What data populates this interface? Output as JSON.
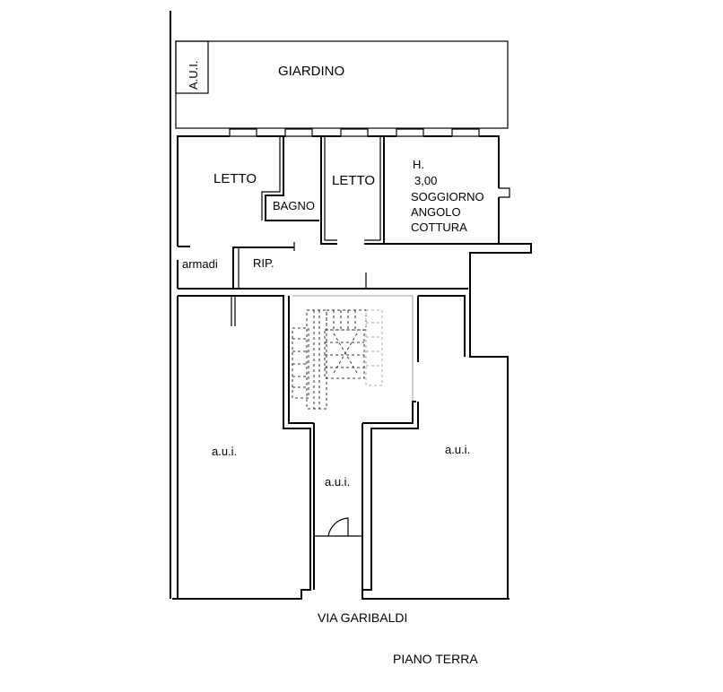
{
  "plan": {
    "labels": {
      "aui_small": "A.U.I.",
      "giardino": "GIARDINO",
      "letto_left": "LETTO",
      "bagno": "BAGNO",
      "letto_right": "LETTO",
      "height_prefix": "H.",
      "height_value": "3,00",
      "soggiorno": "SOGGIORNO",
      "angolo": "ANGOLO",
      "cottura": "COTTURA",
      "armadi": "armadi",
      "rip": "RIP.",
      "aui_left": "a.u.i.",
      "aui_center": "a.u.i.",
      "aui_right": "a.u.i."
    },
    "street": "VIA GARIBALDI",
    "floor": "PIANO TERRA"
  }
}
